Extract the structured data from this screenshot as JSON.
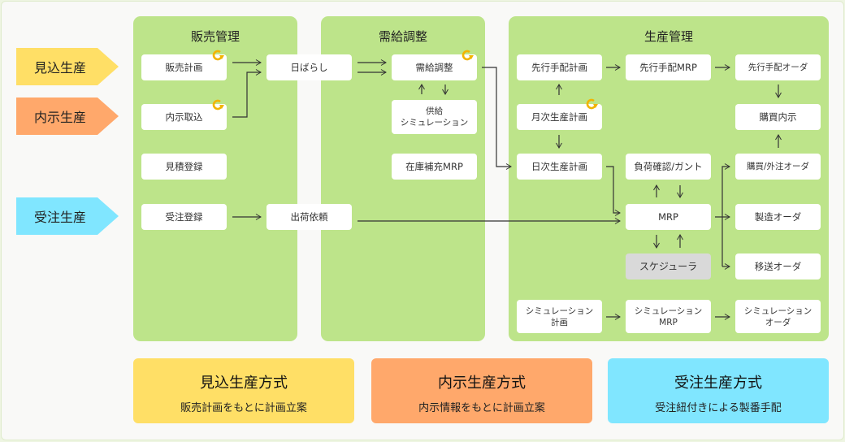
{
  "colors": {
    "panel": "#bde48a",
    "mts": "#ffdf66",
    "ato": "#ffa86b",
    "mto": "#80e6ff",
    "cycle_icon": "#f2b400",
    "scheduler": "#d9d9d9"
  },
  "tags": [
    {
      "label": "見込生産"
    },
    {
      "label": "内示生産"
    },
    {
      "label": "受注生産"
    }
  ],
  "panels": {
    "sales": {
      "title": "販売管理",
      "boxes": {
        "sales_plan": "販売計画",
        "forecast_import": "内示取込",
        "estimate": "見積登録",
        "order_entry": "受注登録",
        "daily_split": "日ばらし",
        "shipping_request": "出荷依頼"
      }
    },
    "supply": {
      "title": "需給調整",
      "boxes": {
        "adjust": "需給調整",
        "supply_sim": "供給\nシミュレーション",
        "stock_mrp": "在庫補充MRP"
      }
    },
    "production": {
      "title": "生産管理",
      "boxes": {
        "advance_plan": "先行手配計画",
        "advance_mrp": "先行手配MRP",
        "advance_order": "先行手配オーダ",
        "monthly_plan": "月次生産計画",
        "purchase_notice": "購買内示",
        "daily_plan": "日次生産計画",
        "load_gantt": "負荷確認/ガント",
        "purchase_order": "購買/外注オーダ",
        "mrp": "MRP",
        "mfg_order": "製造オーダ",
        "scheduler": "スケジューラ",
        "transfer_order": "移送オーダ",
        "sim_plan": "シミュレーション\n計画",
        "sim_mrp": "シミュレーション\nMRP",
        "sim_order": "シミュレーション\nオーダ"
      }
    }
  },
  "legend": [
    {
      "title": "見込生産方式",
      "subtitle": "販売計画をもとに計画立案"
    },
    {
      "title": "内示生産方式",
      "subtitle": "内示情報をもとに計画立案"
    },
    {
      "title": "受注生産方式",
      "subtitle": "受注紐付きによる製番手配"
    }
  ]
}
